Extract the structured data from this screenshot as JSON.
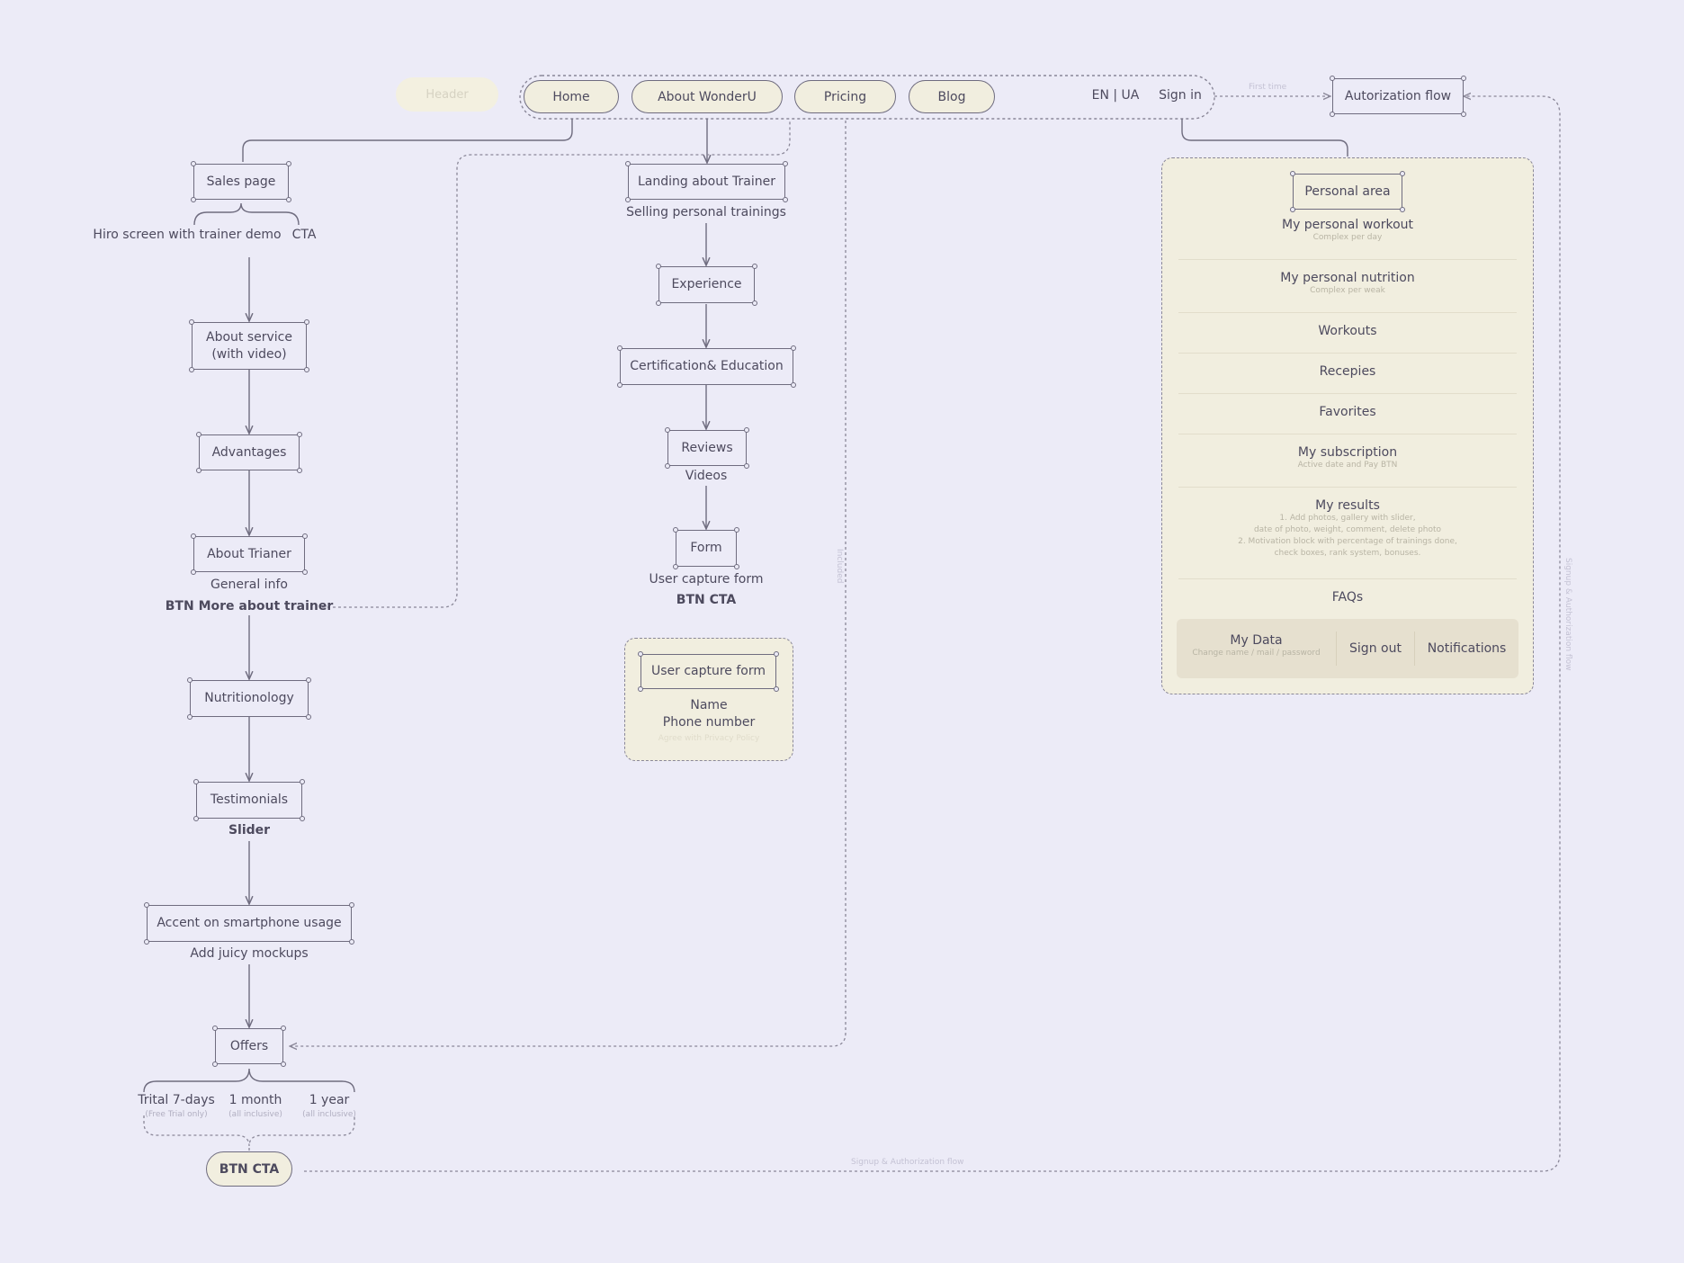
{
  "colors": {
    "background": "#ECEBF7",
    "panel": "#F1EEDF",
    "line": "#6f6c7f"
  },
  "header": {
    "label": "Header",
    "nav": [
      "Home",
      "About WonderU",
      "Pricing",
      "Blog"
    ],
    "lang": "EN | UA",
    "sign_in": "Sign in",
    "first_time": "First time",
    "auth_flow": "Autorization flow"
  },
  "sales": {
    "title": "Sales page",
    "hero": "Hiro screen with trainer demo",
    "cta": "CTA",
    "about_service": [
      "About service",
      "(with video)"
    ],
    "advantages": "Advantages",
    "about_trainer": "About Trianer",
    "general_info": "General info",
    "btn_more": "BTN More about trainer",
    "nutritionology": "Nutritionology",
    "testimonials": "Testimonials",
    "slider": "Slider",
    "accent": "Accent on smartphone usage",
    "mockups": "Add juicy mockups",
    "offers": "Offers",
    "plans": [
      {
        "name": "Trital 7-days",
        "note": "(Free Trial only)"
      },
      {
        "name": "1 month",
        "note": "(all inclusive)"
      },
      {
        "name": "1 year",
        "note": "(all inclusive)"
      }
    ],
    "btn_cta": "BTN CTA",
    "signup_note": "Signup & Authorization flow"
  },
  "landing": {
    "title": "Landing about Trainer",
    "subtitle": "Selling personal trainings",
    "experience": "Experience",
    "certification": "Certification& Education",
    "reviews": "Reviews",
    "videos": "Videos",
    "form": "Form",
    "form_sub": "User capture form",
    "form_cta": "BTN CTA",
    "pricing_side": "Included"
  },
  "capture": {
    "title": "User capture form",
    "name": "Name",
    "phone": "Phone number",
    "agree": "Agree with Privacy Policy"
  },
  "personal_area": {
    "title": "Personal area",
    "items": [
      {
        "title": "My personal workout",
        "sub": "Complex per day"
      },
      {
        "title": "My personal nutrition",
        "sub": "Complex per weak"
      },
      {
        "title": "Workouts",
        "sub": ""
      },
      {
        "title": "Recepies",
        "sub": ""
      },
      {
        "title": "Favorites",
        "sub": ""
      },
      {
        "title": "My subscription",
        "sub": "Active date and Pay BTN"
      },
      {
        "title": "My results",
        "sub": "1. Add photos,  gallery with slider, date of photo, weight, comment, delete photo 2. Motivation block with percentage of trainings done, check boxes, rank system, bonuses."
      },
      {
        "title": "FAQs",
        "sub": ""
      }
    ],
    "results_lines": [
      "1. Add photos,  gallery with slider,",
      "date of photo, weight, comment, delete photo",
      "2. Motivation block with percentage of trainings done,",
      "check boxes, rank system, bonuses."
    ],
    "my_data": "My Data",
    "my_data_sub": "Change name / mail / password",
    "sign_out": "Sign out",
    "notifications": "Notifications",
    "side_note": "Signup & Authorization flow"
  }
}
